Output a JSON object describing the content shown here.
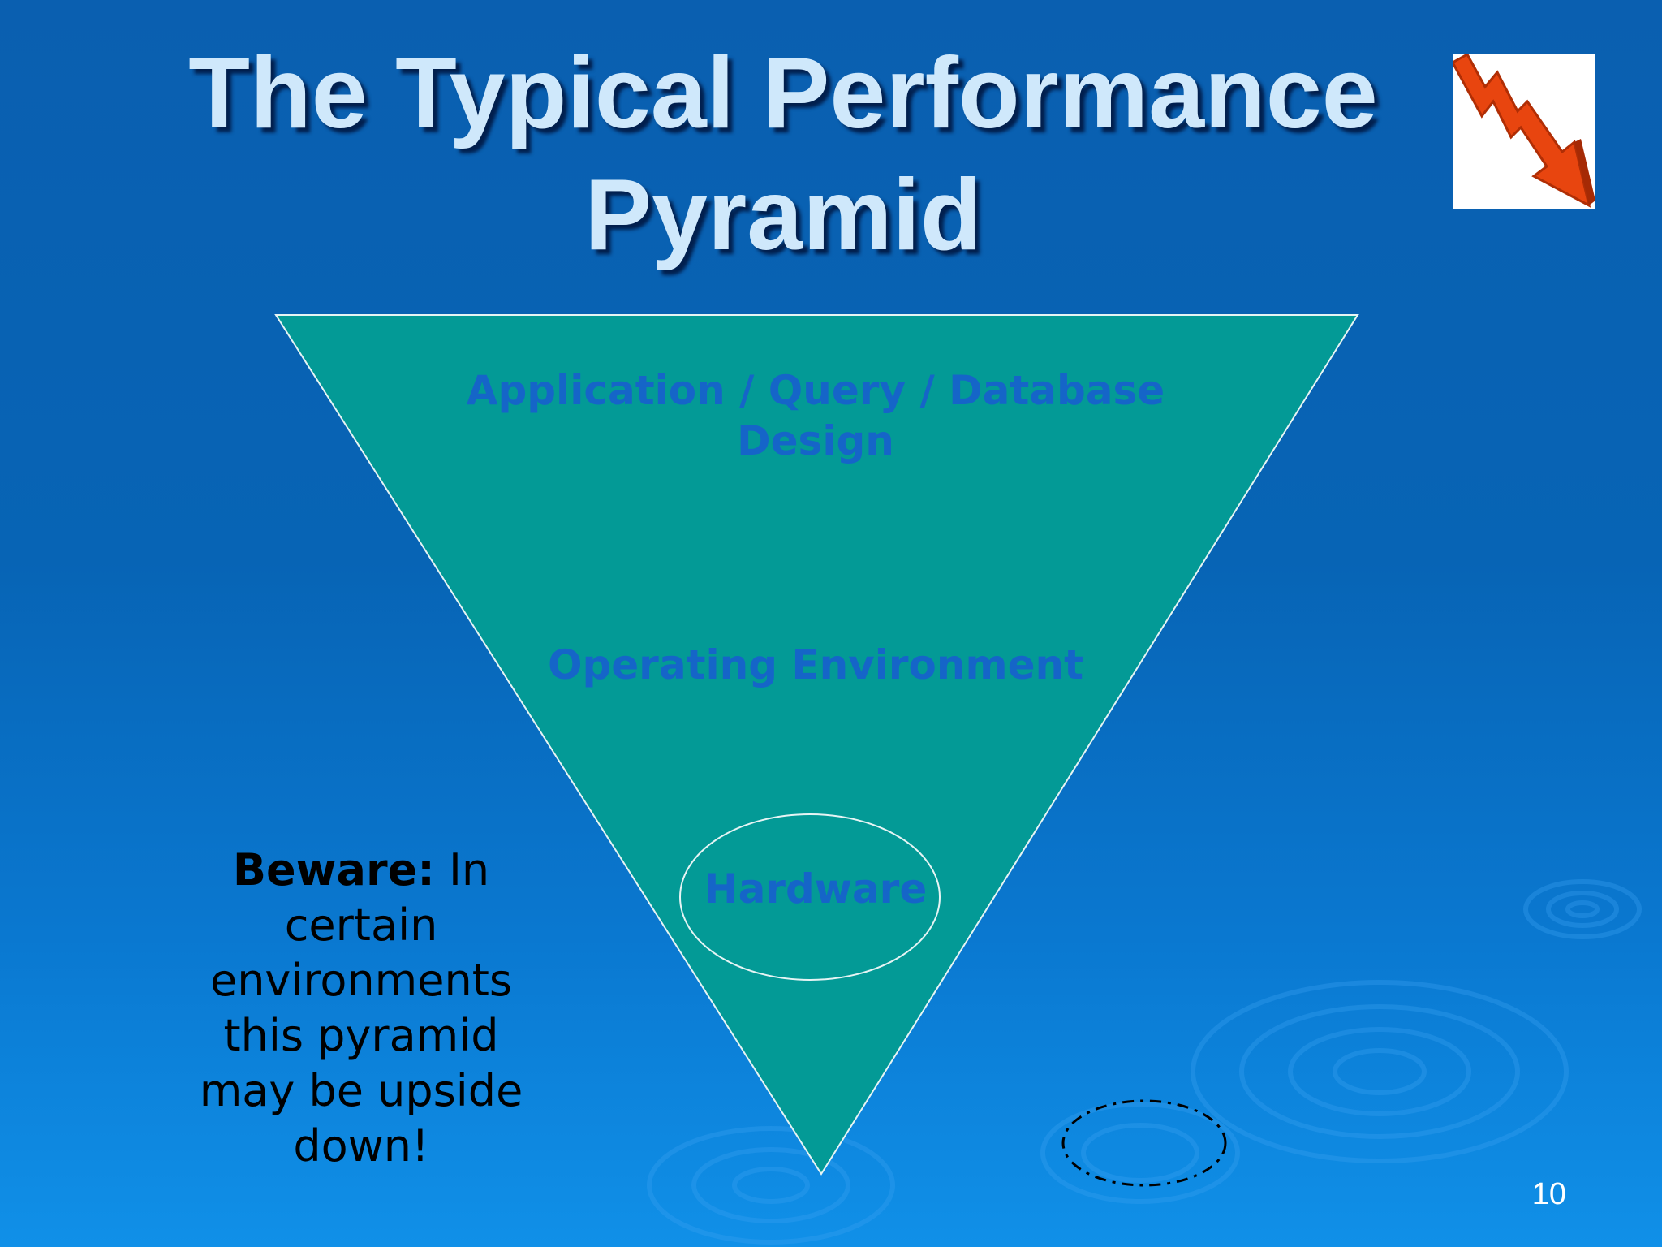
{
  "slide": {
    "title": "The Typical Performance Pyramid",
    "page_number": "10"
  },
  "logo": {
    "icon": "declining-chart-arrow-icon",
    "color": "#e8450f"
  },
  "pyramid": {
    "orientation": "inverted",
    "fill": "#039a96",
    "layers": {
      "top": "Application / Query / Database Design",
      "middle": "Operating Environment",
      "bottom": "Hardware"
    },
    "highlighted_layer": "Hardware",
    "label_color": "#1565c8"
  },
  "note": {
    "bold_prefix": "Beware:",
    "text": " In certain environments this pyramid may be upside down!"
  }
}
